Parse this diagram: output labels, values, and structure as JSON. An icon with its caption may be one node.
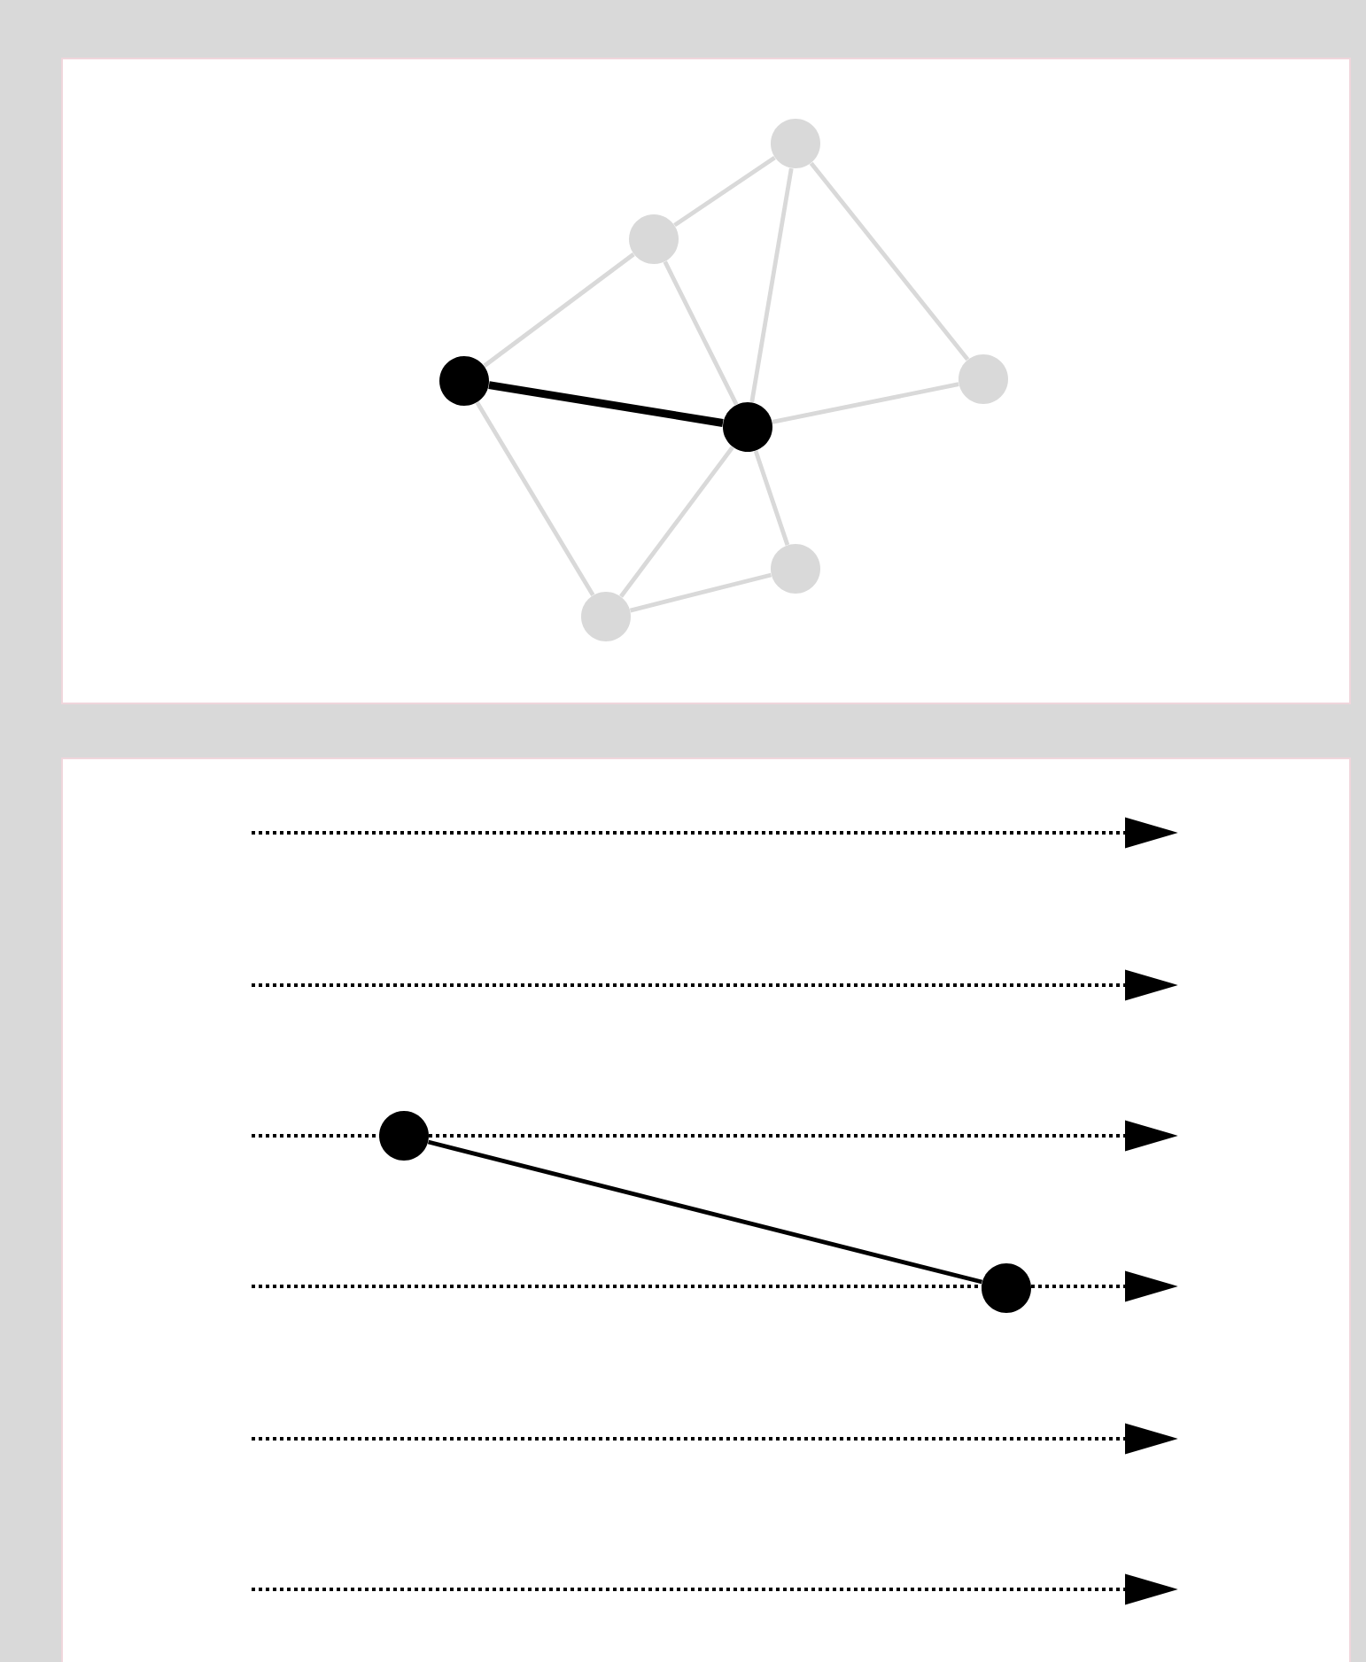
{
  "diagram": {
    "nodes": [
      {
        "text": [],
        "shape": "circle"
      },
      {
        "text": [],
        "shape": "circle"
      },
      {
        "text": [],
        "shape": "circle"
      },
      {
        "text": [],
        "shape": "circle"
      },
      {
        "text": [],
        "shape": "circle"
      },
      {
        "text": [],
        "shape": "circle"
      },
      {
        "text": [],
        "shape": "circle"
      },
      {
        "text": [],
        "shape": "circle"
      },
      {
        "text": [],
        "shape": "circle"
      }
    ],
    "edges": [
      {
        "from": 1,
        "to": 0,
        "arrow": "none"
      },
      {
        "from": 0,
        "to": 3,
        "arrow": "none"
      },
      {
        "from": 0,
        "to": 4,
        "arrow": "none"
      },
      {
        "from": 1,
        "to": 2,
        "arrow": "none"
      },
      {
        "from": 1,
        "to": 3,
        "arrow": "none"
      },
      {
        "from": 2,
        "to": 3,
        "arrow": "none",
        "style": "thick",
        "color": "#000000"
      },
      {
        "from": 3,
        "to": 4,
        "arrow": "none"
      },
      {
        "from": 2,
        "to": 6,
        "arrow": "none"
      },
      {
        "from": 3,
        "to": 6,
        "arrow": "none"
      },
      {
        "from": 3,
        "to": 5,
        "arrow": "none"
      },
      {
        "from": 5,
        "to": 6,
        "arrow": "none"
      },
      {
        "from": 7,
        "to": 8,
        "arrow": "none",
        "color": "#000000"
      }
    ]
  }
}
